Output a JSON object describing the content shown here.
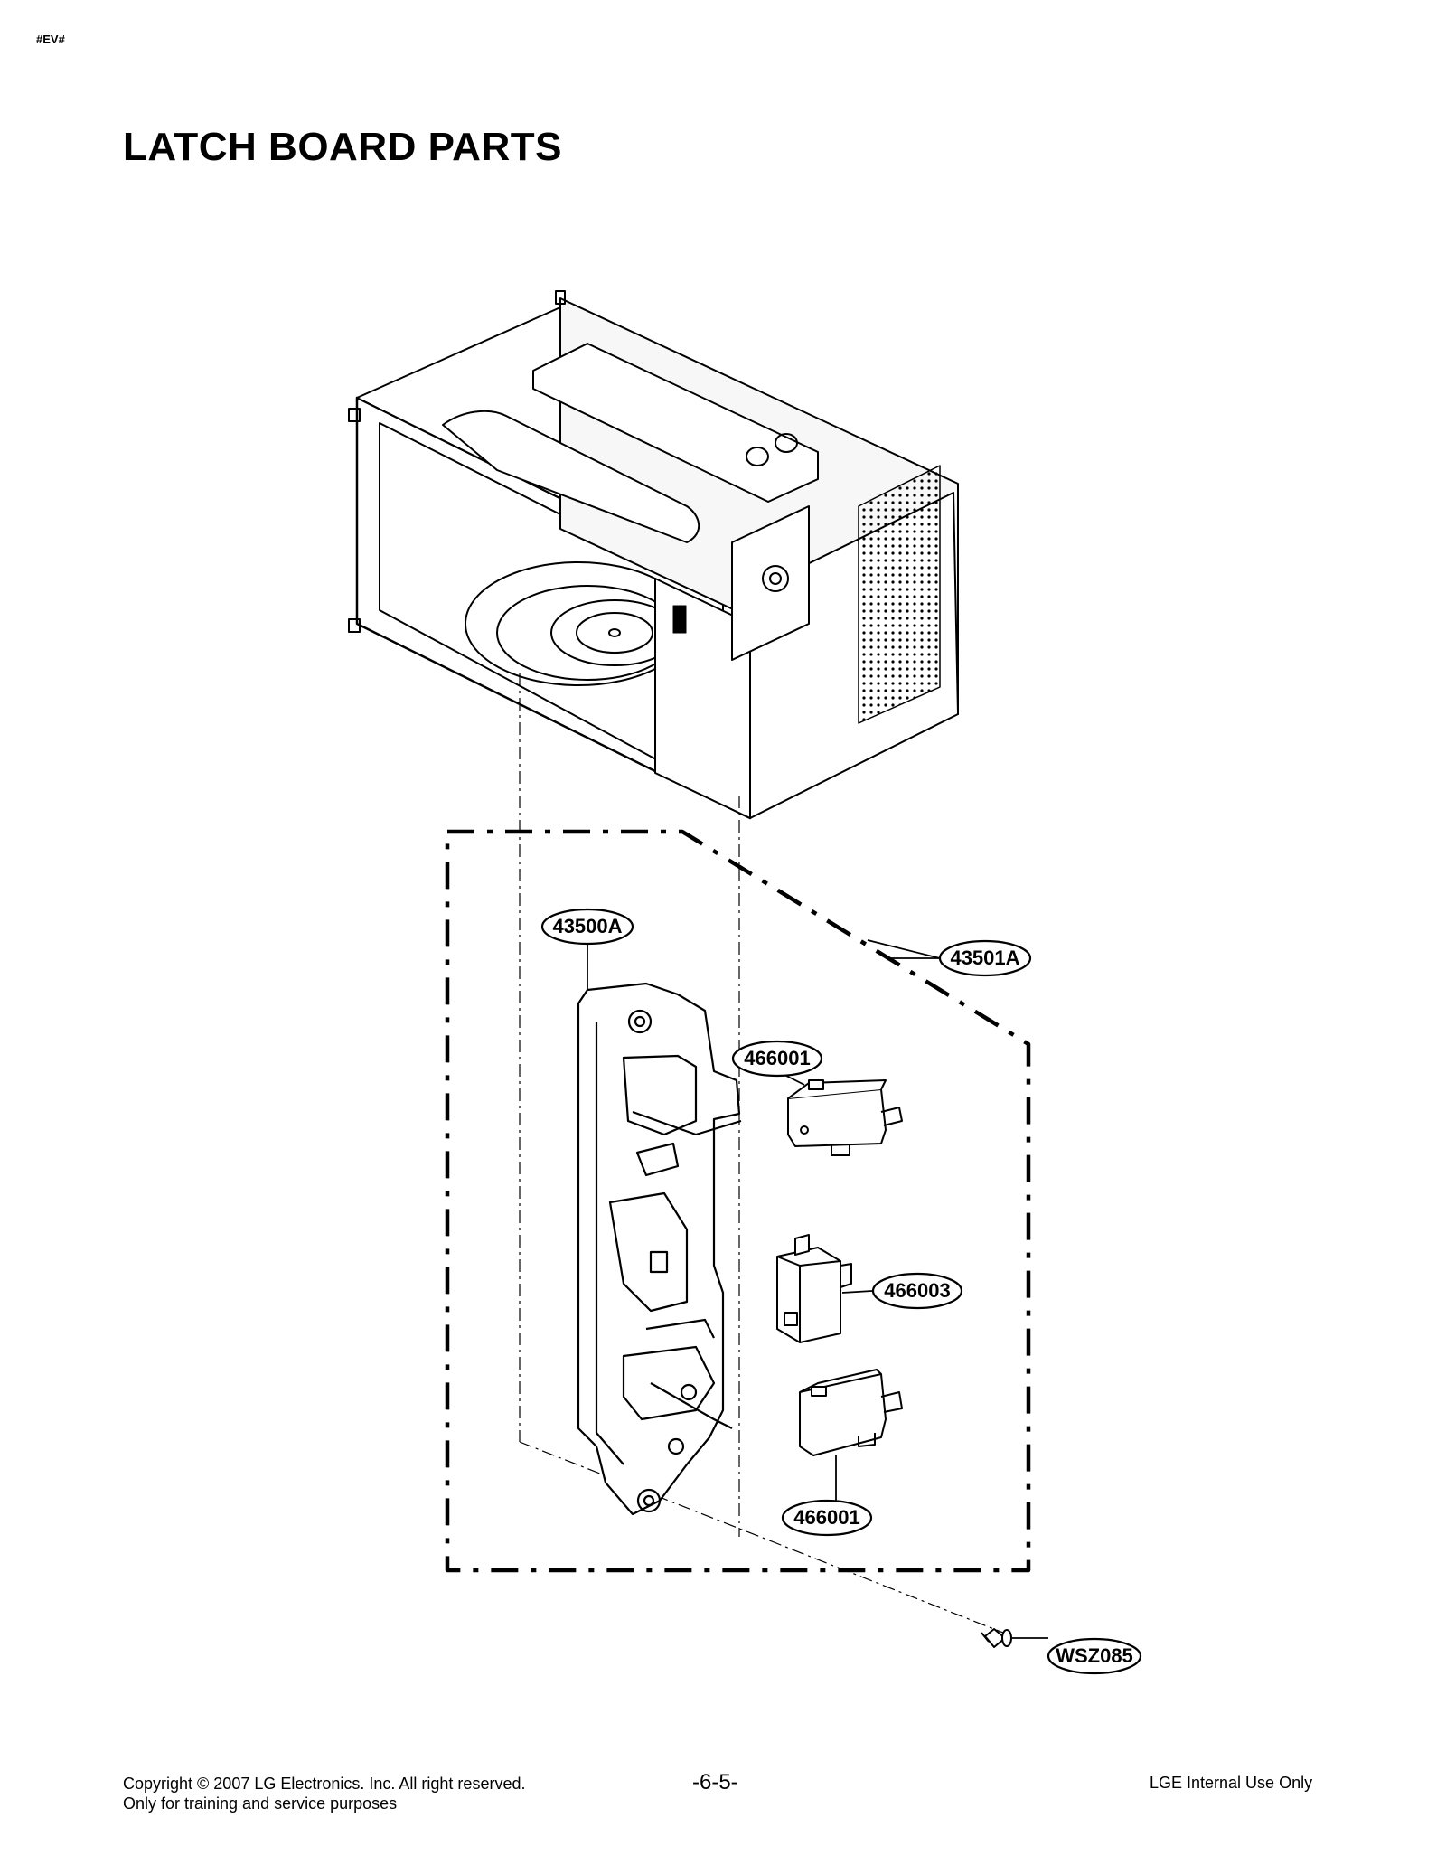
{
  "page": {
    "tag": "#EV#",
    "title": "LATCH BOARD PARTS",
    "page_number": "-6-5-",
    "copyright": "Copyright © 2007 LG Electronics. Inc. All right reserved.",
    "training_note": "Only for training and service purposes",
    "internal_note": "LGE Internal Use Only"
  },
  "callouts": {
    "latch_board": "43500A",
    "latch_board_assembly": "43501A",
    "switch_top": "466001",
    "switch_middle": "466003",
    "switch_bottom": "466001",
    "screw": "WSZ085"
  }
}
